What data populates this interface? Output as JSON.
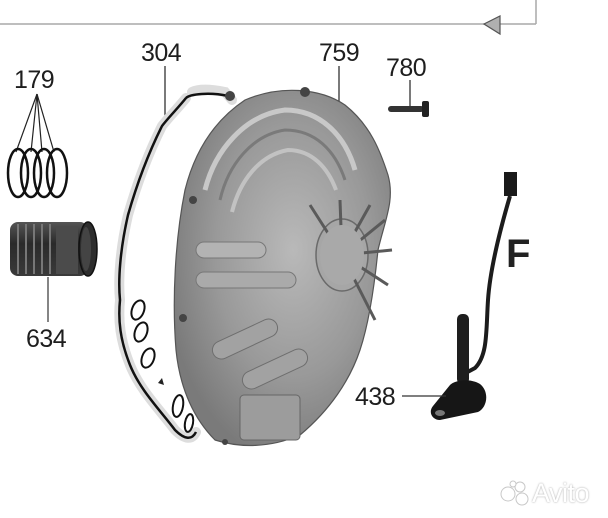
{
  "diagram": {
    "type": "exploded-parts-diagram",
    "section_letter": "F",
    "frame_arrow": "left-pointing-triangle",
    "parts": [
      {
        "id": "179",
        "label": "179",
        "description": "sealing rings (x4)"
      },
      {
        "id": "634",
        "label": "634",
        "description": "ribbed sleeve"
      },
      {
        "id": "304",
        "label": "304",
        "description": "housing gasket"
      },
      {
        "id": "759",
        "label": "759",
        "description": "housing cover"
      },
      {
        "id": "780",
        "label": "780",
        "description": "bolt"
      },
      {
        "id": "438",
        "label": "438",
        "description": "sensor with cable"
      }
    ]
  },
  "watermark": {
    "text": "Avito"
  },
  "colors": {
    "background": "#ffffff",
    "line": "#222222",
    "frame": "#a8a8a8",
    "housing": "#9a9a9a"
  }
}
